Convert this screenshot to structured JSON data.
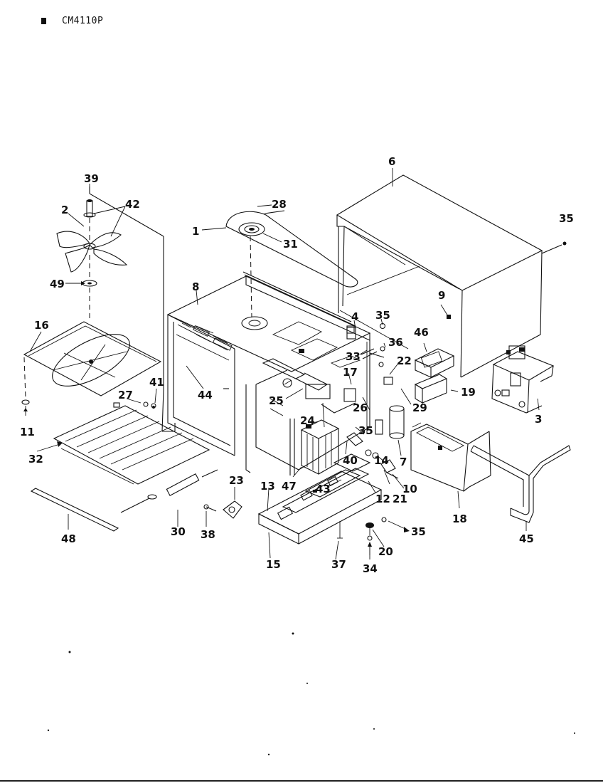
{
  "header": {
    "model": "CM4110P"
  },
  "labels": [
    {
      "id": "p1",
      "text": "1"
    },
    {
      "id": "p2",
      "text": "2"
    },
    {
      "id": "p3",
      "text": "3"
    },
    {
      "id": "p4",
      "text": "4"
    },
    {
      "id": "p6",
      "text": "6"
    },
    {
      "id": "p7",
      "text": "7"
    },
    {
      "id": "p8",
      "text": "8"
    },
    {
      "id": "p9",
      "text": "9"
    },
    {
      "id": "p10",
      "text": "10"
    },
    {
      "id": "p11",
      "text": "11"
    },
    {
      "id": "p12",
      "text": "12"
    },
    {
      "id": "p13",
      "text": "13"
    },
    {
      "id": "p14",
      "text": "14"
    },
    {
      "id": "p15",
      "text": "15"
    },
    {
      "id": "p16",
      "text": "16"
    },
    {
      "id": "p17",
      "text": "17"
    },
    {
      "id": "p18",
      "text": "18"
    },
    {
      "id": "p19",
      "text": "19"
    },
    {
      "id": "p20",
      "text": "20"
    },
    {
      "id": "p21",
      "text": "21"
    },
    {
      "id": "p22",
      "text": "22"
    },
    {
      "id": "p23",
      "text": "23"
    },
    {
      "id": "p24",
      "text": "24"
    },
    {
      "id": "p25",
      "text": "25"
    },
    {
      "id": "p26",
      "text": "26"
    },
    {
      "id": "p27",
      "text": "27"
    },
    {
      "id": "p28",
      "text": "28"
    },
    {
      "id": "p29",
      "text": "29"
    },
    {
      "id": "p30",
      "text": "30"
    },
    {
      "id": "p31",
      "text": "31"
    },
    {
      "id": "p32",
      "text": "32"
    },
    {
      "id": "p33",
      "text": "33"
    },
    {
      "id": "p34",
      "text": "34"
    },
    {
      "id": "p35a",
      "text": "35"
    },
    {
      "id": "p35b",
      "text": "35"
    },
    {
      "id": "p35c",
      "text": "35"
    },
    {
      "id": "p35d",
      "text": "35"
    },
    {
      "id": "p36",
      "text": "36"
    },
    {
      "id": "p37",
      "text": "37"
    },
    {
      "id": "p38",
      "text": "38"
    },
    {
      "id": "p39",
      "text": "39"
    },
    {
      "id": "p40",
      "text": "40"
    },
    {
      "id": "p41",
      "text": "41"
    },
    {
      "id": "p42",
      "text": "42"
    },
    {
      "id": "p43",
      "text": "43"
    },
    {
      "id": "p44",
      "text": "44"
    },
    {
      "id": "p45",
      "text": "45"
    },
    {
      "id": "p46",
      "text": "46"
    },
    {
      "id": "p47",
      "text": "47"
    },
    {
      "id": "p48",
      "text": "48"
    },
    {
      "id": "p49",
      "text": "49"
    }
  ]
}
